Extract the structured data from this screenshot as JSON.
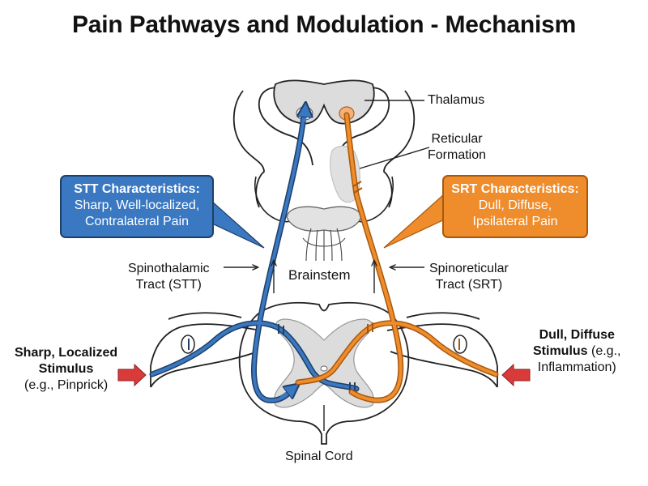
{
  "title": "Pain Pathways and Modulation - Mechanism",
  "colors": {
    "stt": "#3a78c2",
    "srt": "#ef8c2b",
    "stimulus_arrow": "#d93a3a",
    "grey_matter": "#dcdcdc",
    "outline": "#222222"
  },
  "labels": {
    "thalamus": "Thalamus",
    "reticular_formation": [
      "Reticular",
      "Formation"
    ],
    "brainstem": "Brainstem",
    "spinal_cord": "Spinal Cord",
    "stt_tract": [
      "Spinothalamic",
      "Tract (STT)"
    ],
    "srt_tract": [
      "Spinoreticular",
      "Tract (SRT)"
    ]
  },
  "stimuli": {
    "left": {
      "bold_lines": [
        "Sharp, Localized",
        "Stimulus"
      ],
      "normal_line": "(e.g., Pinprick)"
    },
    "right": {
      "bold_line": "Dull, Diffuse",
      "mixed_bold": "Stimulus",
      "mixed_normal": " (e.g.,",
      "normal_line": "Inflammation)"
    }
  },
  "callouts": {
    "stt": {
      "heading": "STT Characteristics:",
      "lines": [
        "Sharp, Well-localized,",
        "Contralateral Pain"
      ]
    },
    "srt": {
      "heading": "SRT Characteristics:",
      "lines": [
        "Dull, Diffuse,",
        "Ipsilateral Pain"
      ]
    }
  }
}
